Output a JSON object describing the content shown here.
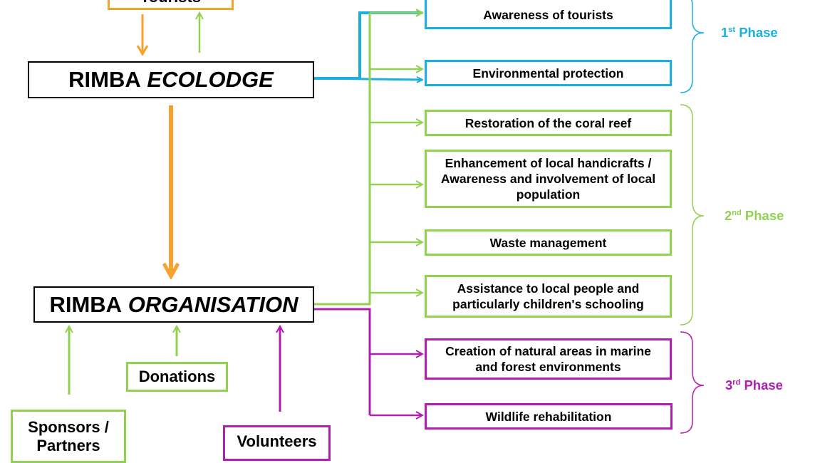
{
  "colors": {
    "phase1": "#1BAFE0",
    "phase2": "#92D050",
    "phase3": "#B01FB0",
    "flow": "#F7A22F",
    "border": "#000000"
  },
  "top_box": {
    "label": "Tourists"
  },
  "ecolodge": {
    "prefix": "RIMBA",
    "name": "ECOLODGE"
  },
  "organisation": {
    "prefix": "RIMBA",
    "name": "ORGANISATION"
  },
  "phases": [
    {
      "ordinal": "1",
      "suffix": "st",
      "label": "Phase",
      "items": [
        "Awareness of tourists",
        "Environmental protection"
      ]
    },
    {
      "ordinal": "2",
      "suffix": "nd",
      "label": "Phase",
      "items": [
        "Restoration of the coral reef",
        "Enhancement of local handicrafts / Awareness and involvement of local population",
        "Waste management",
        "Assistance to local people and particularly children's schooling"
      ]
    },
    {
      "ordinal": "3",
      "suffix": "rd",
      "label": "Phase",
      "items": [
        "Creation of natural areas in marine and forest environments",
        "Wildlife rehabilitation"
      ]
    }
  ],
  "sources": {
    "donations": "Donations",
    "sponsors": "Sponsors / Partners",
    "volunteers": "Volunteers"
  }
}
